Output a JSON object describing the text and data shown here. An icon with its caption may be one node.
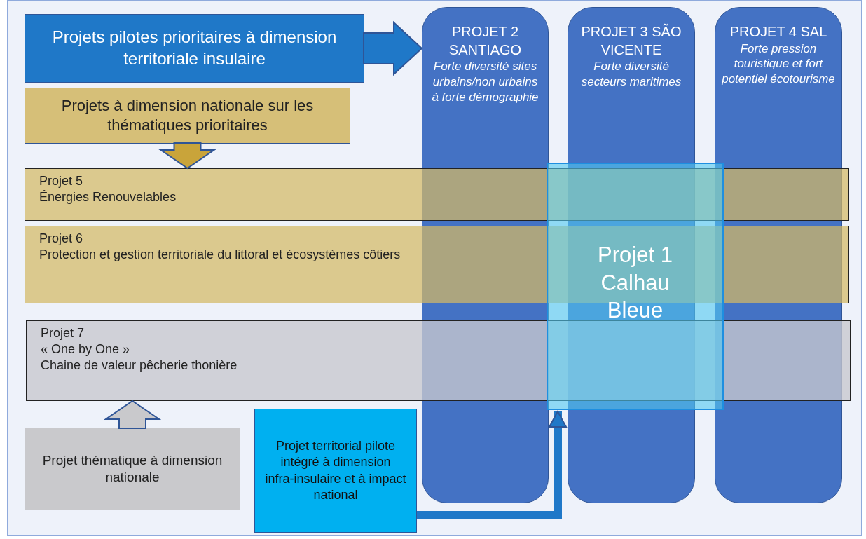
{
  "diagram": {
    "nodes": [
      {
        "text": [
          "Projets pilotes prioritaires à dimension territoriale insulaire"
        ]
      },
      {
        "text": [
          "PROJET 2 SANTIAGO",
          "Forte diversité sites urbains/non urbains à forte démographie"
        ]
      },
      {
        "text": [
          "PROJET 3 SÃO VICENTE",
          "Forte diversité secteurs maritimes"
        ]
      },
      {
        "text": [
          "PROJET 4 SAL",
          "Forte pression touristique et fort potentiel écotourisme"
        ]
      },
      {
        "text": [
          "Projets à dimension nationale sur les thématiques prioritaires"
        ]
      },
      {
        "text": [
          "Projet 5",
          "Énergies Renouvelables"
        ]
      },
      {
        "text": [
          "Projet 6",
          "Protection et gestion territoriale du littoral et écosystèmes côtiers"
        ]
      },
      {
        "text": [
          "Projet 1 Calhau Bleue"
        ]
      },
      {
        "text": [
          "Projet 7",
          "« One by One »",
          "Chaine de valeur pêcherie thonière"
        ]
      },
      {
        "text": [
          "Projet thématique à dimension nationale"
        ]
      },
      {
        "text": [
          "Projet territorial pilote intégré à dimension infra-insulaire et à impact national"
        ]
      }
    ],
    "edges": [
      {
        "from": 0,
        "to": 1,
        "arrow": "to"
      },
      {
        "from": 4,
        "to": 5,
        "arrow": "to",
        "color": "#c9a43a"
      },
      {
        "from": 9,
        "to": 8,
        "arrow": "to",
        "color": "#c9c9cc"
      },
      {
        "from": 10,
        "to": 7,
        "arrow": "to"
      }
    ]
  }
}
